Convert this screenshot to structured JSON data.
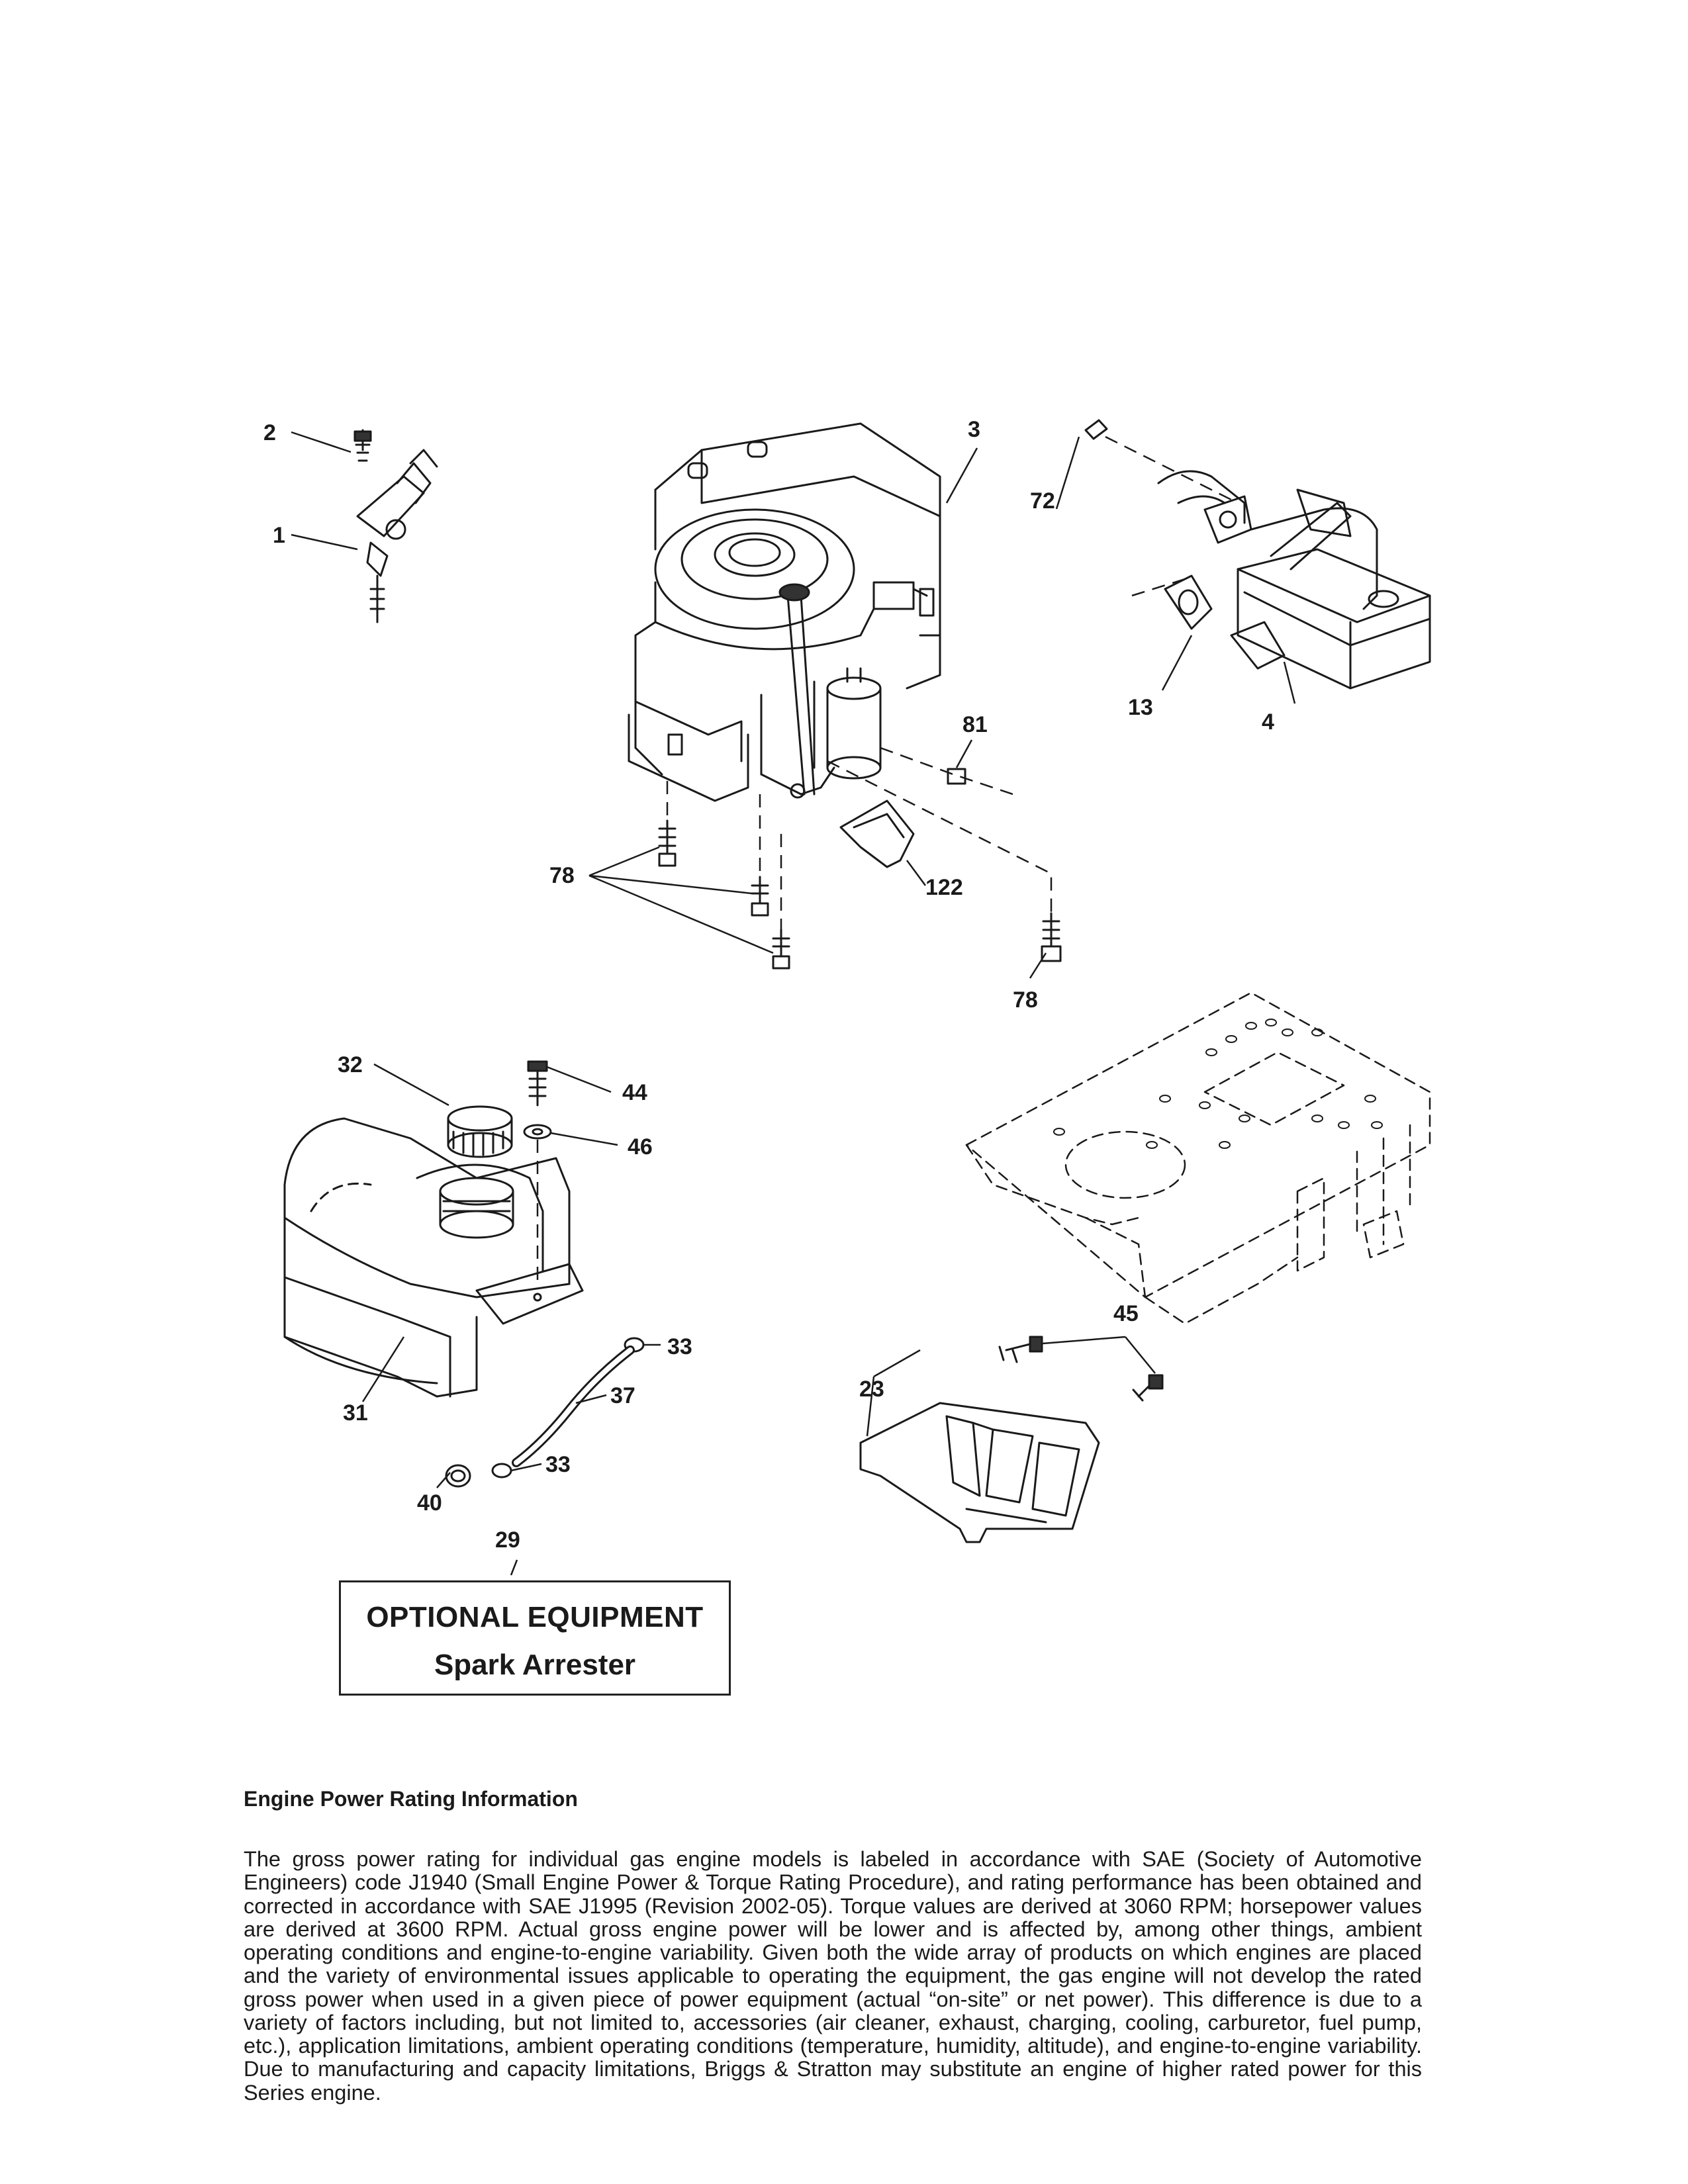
{
  "diagram": {
    "callouts": {
      "c1": "1",
      "c2": "2",
      "c3": "3",
      "c4": "4",
      "c13": "13",
      "c23": "23",
      "c29": "29",
      "c31": "31",
      "c32": "32",
      "c33a": "33",
      "c33b": "33",
      "c37": "37",
      "c40": "40",
      "c44": "44",
      "c45": "45",
      "c46": "46",
      "c72": "72",
      "c78a": "78",
      "c78b": "78",
      "c81": "81",
      "c122": "122"
    },
    "optional_box": {
      "title": "OPTIONAL EQUIPMENT",
      "subtitle": "Spark Arrester"
    }
  },
  "power_rating": {
    "heading": "Engine Power Rating Information",
    "body": "The gross power rating for individual gas engine models is labeled in accordance with SAE (Society of Automotive Engineers) code J1940 (Small Engine Power & Torque Rating Procedure), and rating performance has been obtained and corrected in accordance with SAE J1995 (Revision 2002-05). Torque values are derived at 3060 RPM; horsepower values are derived at 3600 RPM. Actual gross engine power will be lower and is affected by, among other things, ambient operating conditions and engine-to-engine variability. Given both the wide array of products on which engines are placed and the variety of environmental issues applicable to operating the equipment, the gas engine will not develop the rated gross power when used in a given piece of power equipment (actual “on-site” or net power). This difference is due to a variety of factors including, but not limited to, accessories (air cleaner, exhaust, charging, cooling, carburetor, fuel pump, etc.), application limitations, ambient operating conditions (temperature, humidity, altitude), and engine-to-engine variability. Due to manufacturing and capacity limitations, Briggs & Stratton may substitute an engine of higher rated power for this Series engine."
  }
}
